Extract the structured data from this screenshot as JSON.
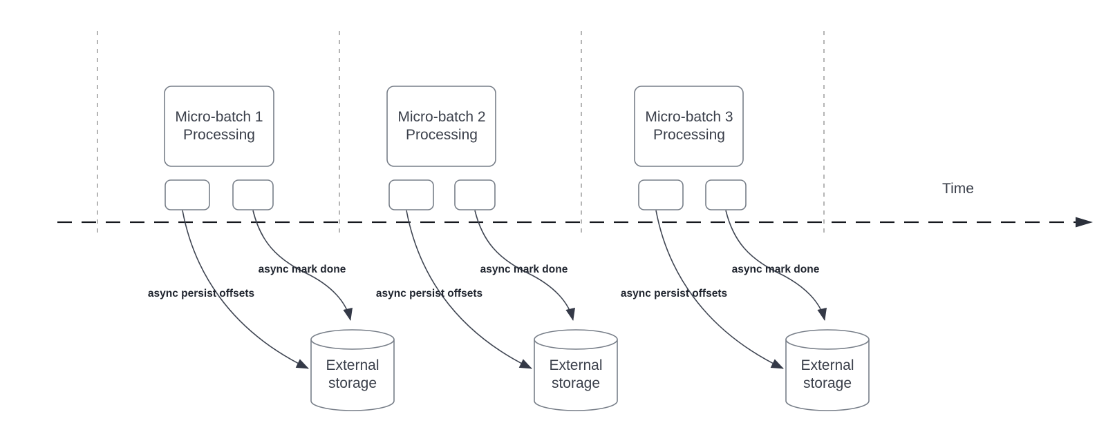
{
  "diagram": {
    "timeline": {
      "label": "Time"
    },
    "colors": {
      "background": "#ffffff",
      "guide_line": "#b5b5b5",
      "timeline_line": "#15181e",
      "shape_stroke": "#777e88",
      "arrow": "#3f4552",
      "shape_text": "#3a3f4a",
      "label_text": "#1f242e"
    },
    "groups": [
      {
        "title_line1": "Micro-batch 1",
        "title_line2": "Processing",
        "persist_label": "async persist offsets",
        "done_label": "async mark done",
        "storage_line1": "External",
        "storage_line2": "storage"
      },
      {
        "title_line1": "Micro-batch 2",
        "title_line2": "Processing",
        "persist_label": "async persist offsets",
        "done_label": "async mark done",
        "storage_line1": "External",
        "storage_line2": "storage"
      },
      {
        "title_line1": "Micro-batch 3",
        "title_line2": "Processing",
        "persist_label": "async persist offsets",
        "done_label": "async mark done",
        "storage_line1": "External",
        "storage_line2": "storage"
      }
    ]
  }
}
